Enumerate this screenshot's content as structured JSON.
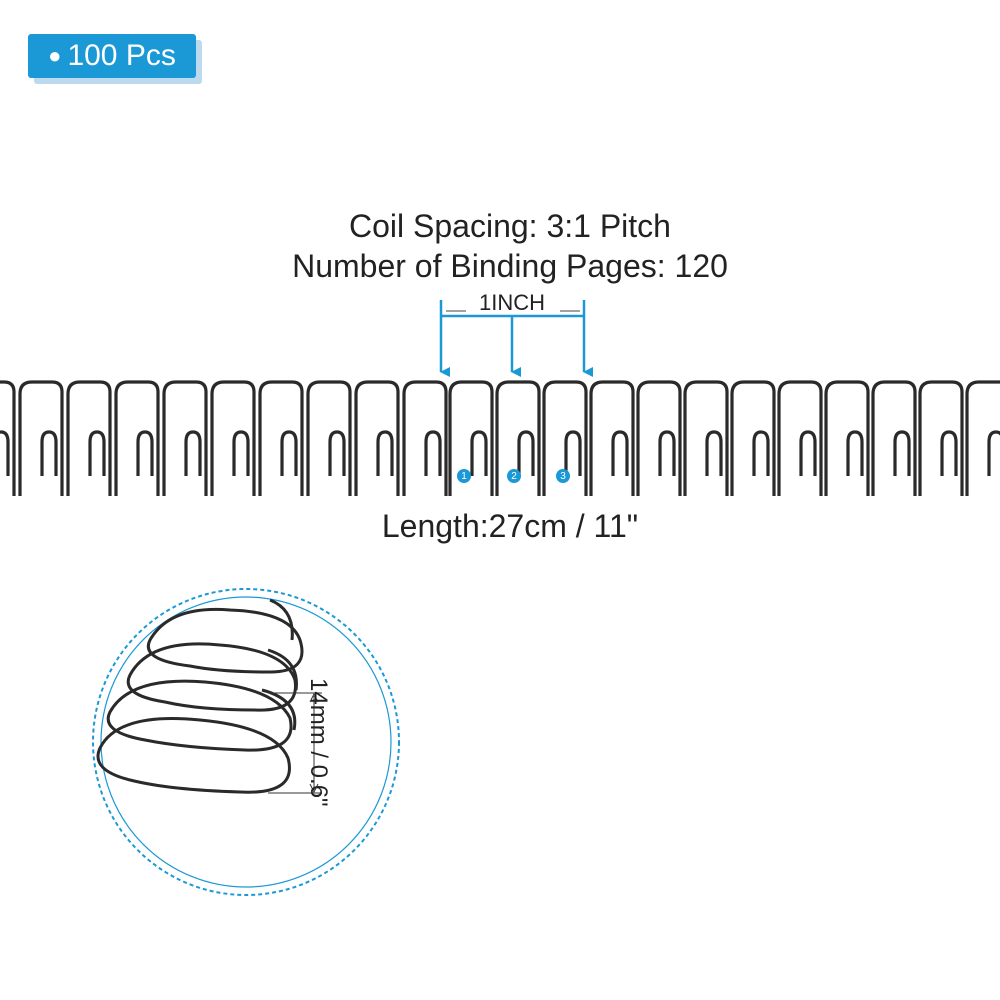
{
  "badge": {
    "text": "100 Pcs",
    "color": "#1a99d6"
  },
  "specs": {
    "coil_spacing": "Coil Spacing: 3:1 Pitch",
    "binding_pages": "Number of Binding Pages: 120",
    "inch": "1INCH",
    "length": "Length:27cm / 11\"",
    "diameter": "14mm / 0.6\""
  },
  "pitch_markers": [
    "1",
    "2",
    "3"
  ],
  "colors": {
    "accent": "#1a99d6",
    "wire": "#2a2a2a"
  }
}
